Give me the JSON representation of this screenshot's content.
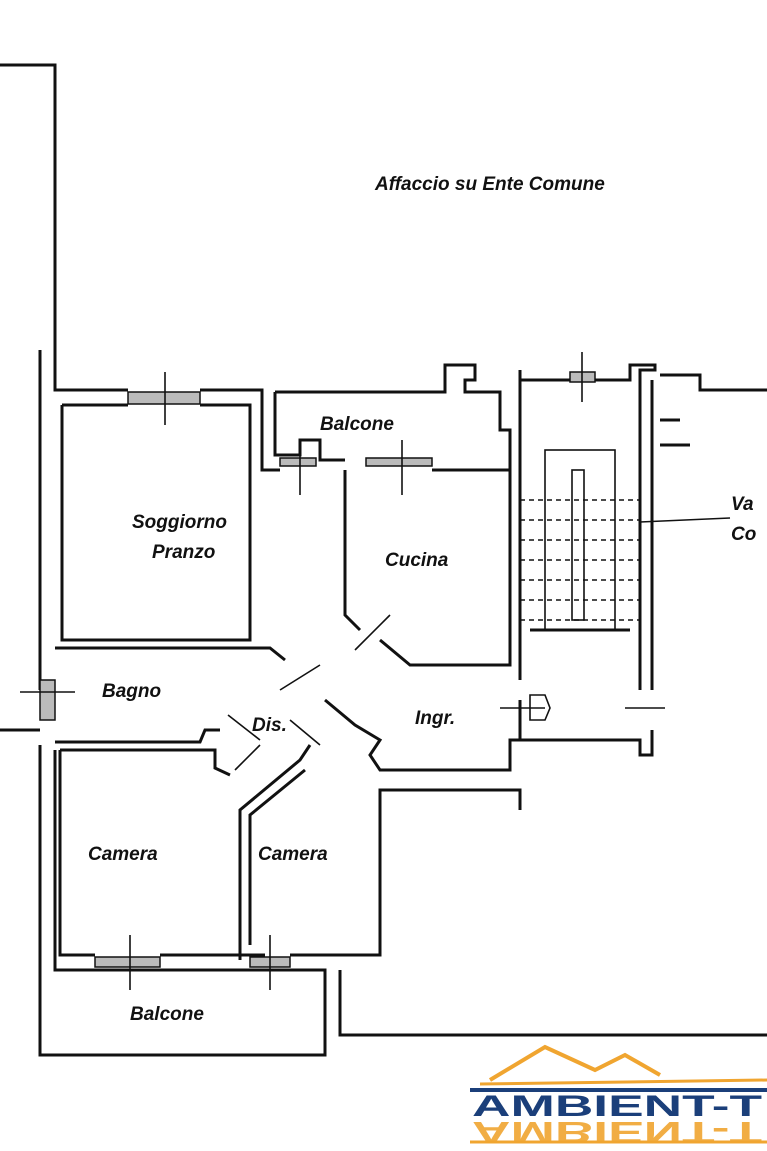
{
  "plan": {
    "header_label": "Affaccio su Ente Comune",
    "rooms": {
      "balcone_top": "Balcone",
      "soggiorno_1": "Soggiorno",
      "soggiorno_2": "Pranzo",
      "cucina": "Cucina",
      "bagno": "Bagno",
      "dis": "Dis.",
      "ingr": "Ingr.",
      "camera_left": "Camera",
      "camera_right": "Camera",
      "balcone_bottom": "Balcone"
    },
    "side_label_1": "Va",
    "side_label_2": "Co"
  },
  "logo": {
    "text": "AMBIENT-T",
    "colors": {
      "primary": "#1b3f7a",
      "accent": "#f0a530"
    }
  }
}
